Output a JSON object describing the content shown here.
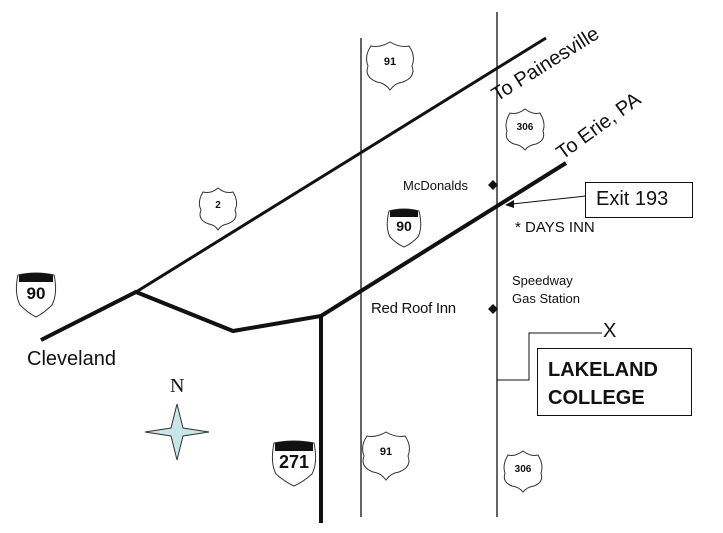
{
  "map": {
    "places": {
      "cleveland": "Cleveland",
      "to_painesville": "To Painesville",
      "to_erie": "To Erie, PA",
      "mcdonalds": "McDonalds",
      "red_roof_inn": "Red Roof Inn",
      "days_inn": "* DAYS INN",
      "speedway_line1": "Speedway",
      "speedway_line2": "Gas Station",
      "destination_marker": "X"
    },
    "callouts": {
      "exit": "Exit  193",
      "destination_line1": "LAKELAND",
      "destination_line2": "COLLEGE"
    },
    "shields": {
      "i90_west": "90",
      "i90_center": "90",
      "i271": "271",
      "us2": "2",
      "sr91_top": "91",
      "sr91_bottom": "91",
      "sr306_top": "306",
      "sr306_bottom": "306"
    },
    "compass": {
      "north_label": "N",
      "fill_color": "#c8e6ea"
    }
  }
}
